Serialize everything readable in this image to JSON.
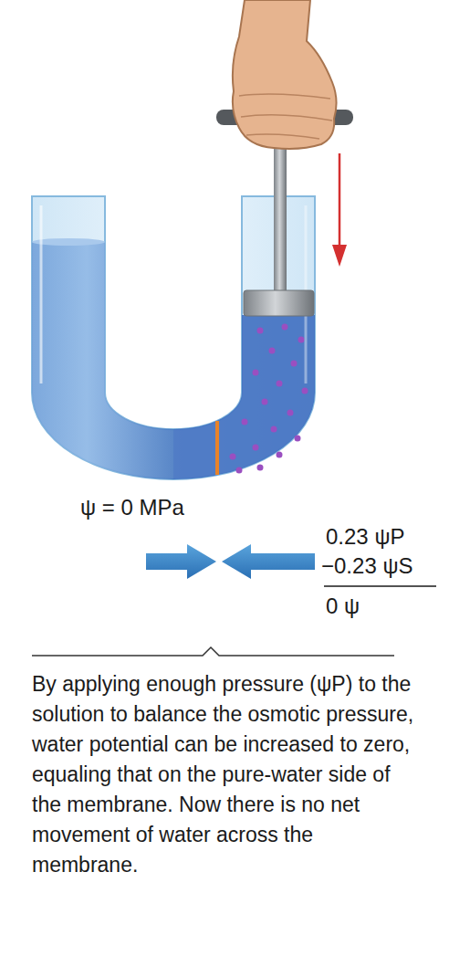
{
  "diagram": {
    "caption": "By applying enough pressure (ψP) to the solution to balance the osmotic pressure, water potential can be increased to zero, equaling that on the pure-water side of the membrane. Now there is no net movement of water across the membrane.",
    "labels": [
      "ψ = 0 MPa",
      "0.23 ψP",
      "−0.23 ψS",
      "0 ψ"
    ]
  }
}
